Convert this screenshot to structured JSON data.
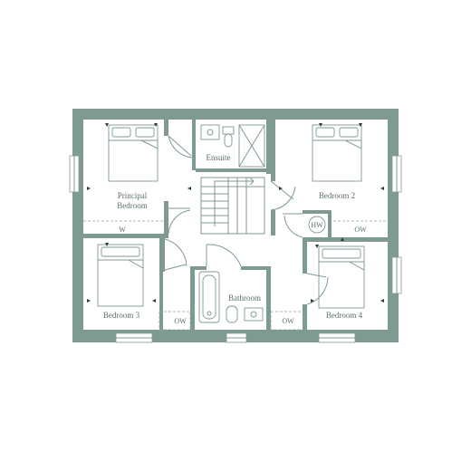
{
  "rooms": {
    "principal_line1": "Principal",
    "principal_line2": "Bedroom",
    "ensuite": "Ensuite",
    "bedroom2": "Bedroom 2",
    "bedroom3": "Bedroom 3",
    "bedroom4": "Bedroom 4",
    "bathroom": "Bathroom"
  },
  "fixtures": {
    "wardrobe": "W",
    "ow_bedroom2": "OW",
    "ow_bedroom3": "OW",
    "ow_bedroom4": "OW",
    "hot_water": "HW"
  },
  "colors": {
    "wall": "#7f9a8f",
    "text": "#5b6f68",
    "marker": "#2f3d38"
  }
}
